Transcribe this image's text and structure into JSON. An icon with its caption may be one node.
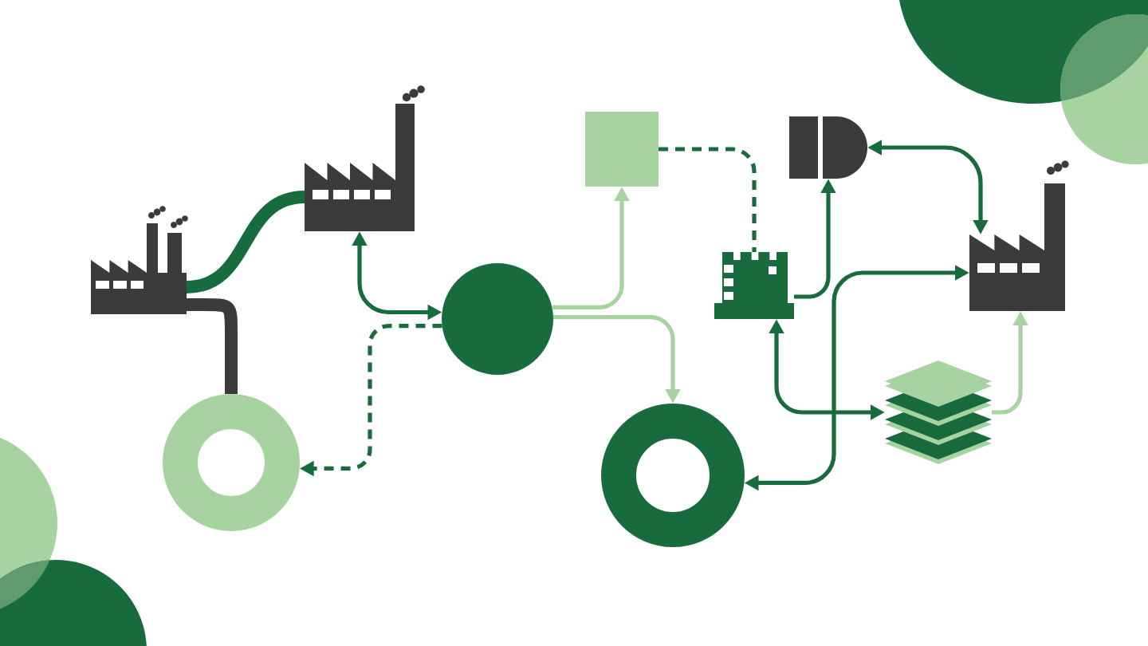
{
  "diagram": {
    "nodes": [
      {
        "text": [],
        "shape": "factory"
      },
      {
        "text": [],
        "shape": "factory"
      },
      {
        "text": [],
        "shape": "circle"
      },
      {
        "text": [],
        "shape": "ring"
      },
      {
        "text": [],
        "shape": "box"
      },
      {
        "text": [],
        "shape": "building"
      },
      {
        "text": [],
        "shape": "picture"
      },
      {
        "text": [],
        "shape": "factory"
      },
      {
        "text": [],
        "shape": "layers"
      },
      {
        "text": [],
        "shape": "ring"
      }
    ],
    "edges": [
      {
        "from": 0,
        "to": 1,
        "arrow": "none",
        "style": "thick"
      },
      {
        "from": 0,
        "to": 3,
        "arrow": "none",
        "style": "thick",
        "color": "#3b3b3b"
      },
      {
        "from": 1,
        "to": 2,
        "arrow": "both"
      },
      {
        "from": 2,
        "to": 3,
        "arrow": "to",
        "style": "dashed"
      },
      {
        "from": 2,
        "to": 4,
        "arrow": "to",
        "color": "#a7d3a0"
      },
      {
        "from": 2,
        "to": 9,
        "arrow": "to",
        "color": "#a7d3a0"
      },
      {
        "from": 4,
        "to": 5,
        "arrow": "none",
        "style": "dashed"
      },
      {
        "from": 5,
        "to": 6,
        "arrow": "to"
      },
      {
        "from": 6,
        "to": 7,
        "arrow": "both"
      },
      {
        "from": 9,
        "to": 7,
        "arrow": "both"
      },
      {
        "from": 5,
        "to": 8,
        "arrow": "both"
      },
      {
        "from": 8,
        "to": 7,
        "arrow": "to",
        "color": "#a7d3a0"
      }
    ]
  }
}
